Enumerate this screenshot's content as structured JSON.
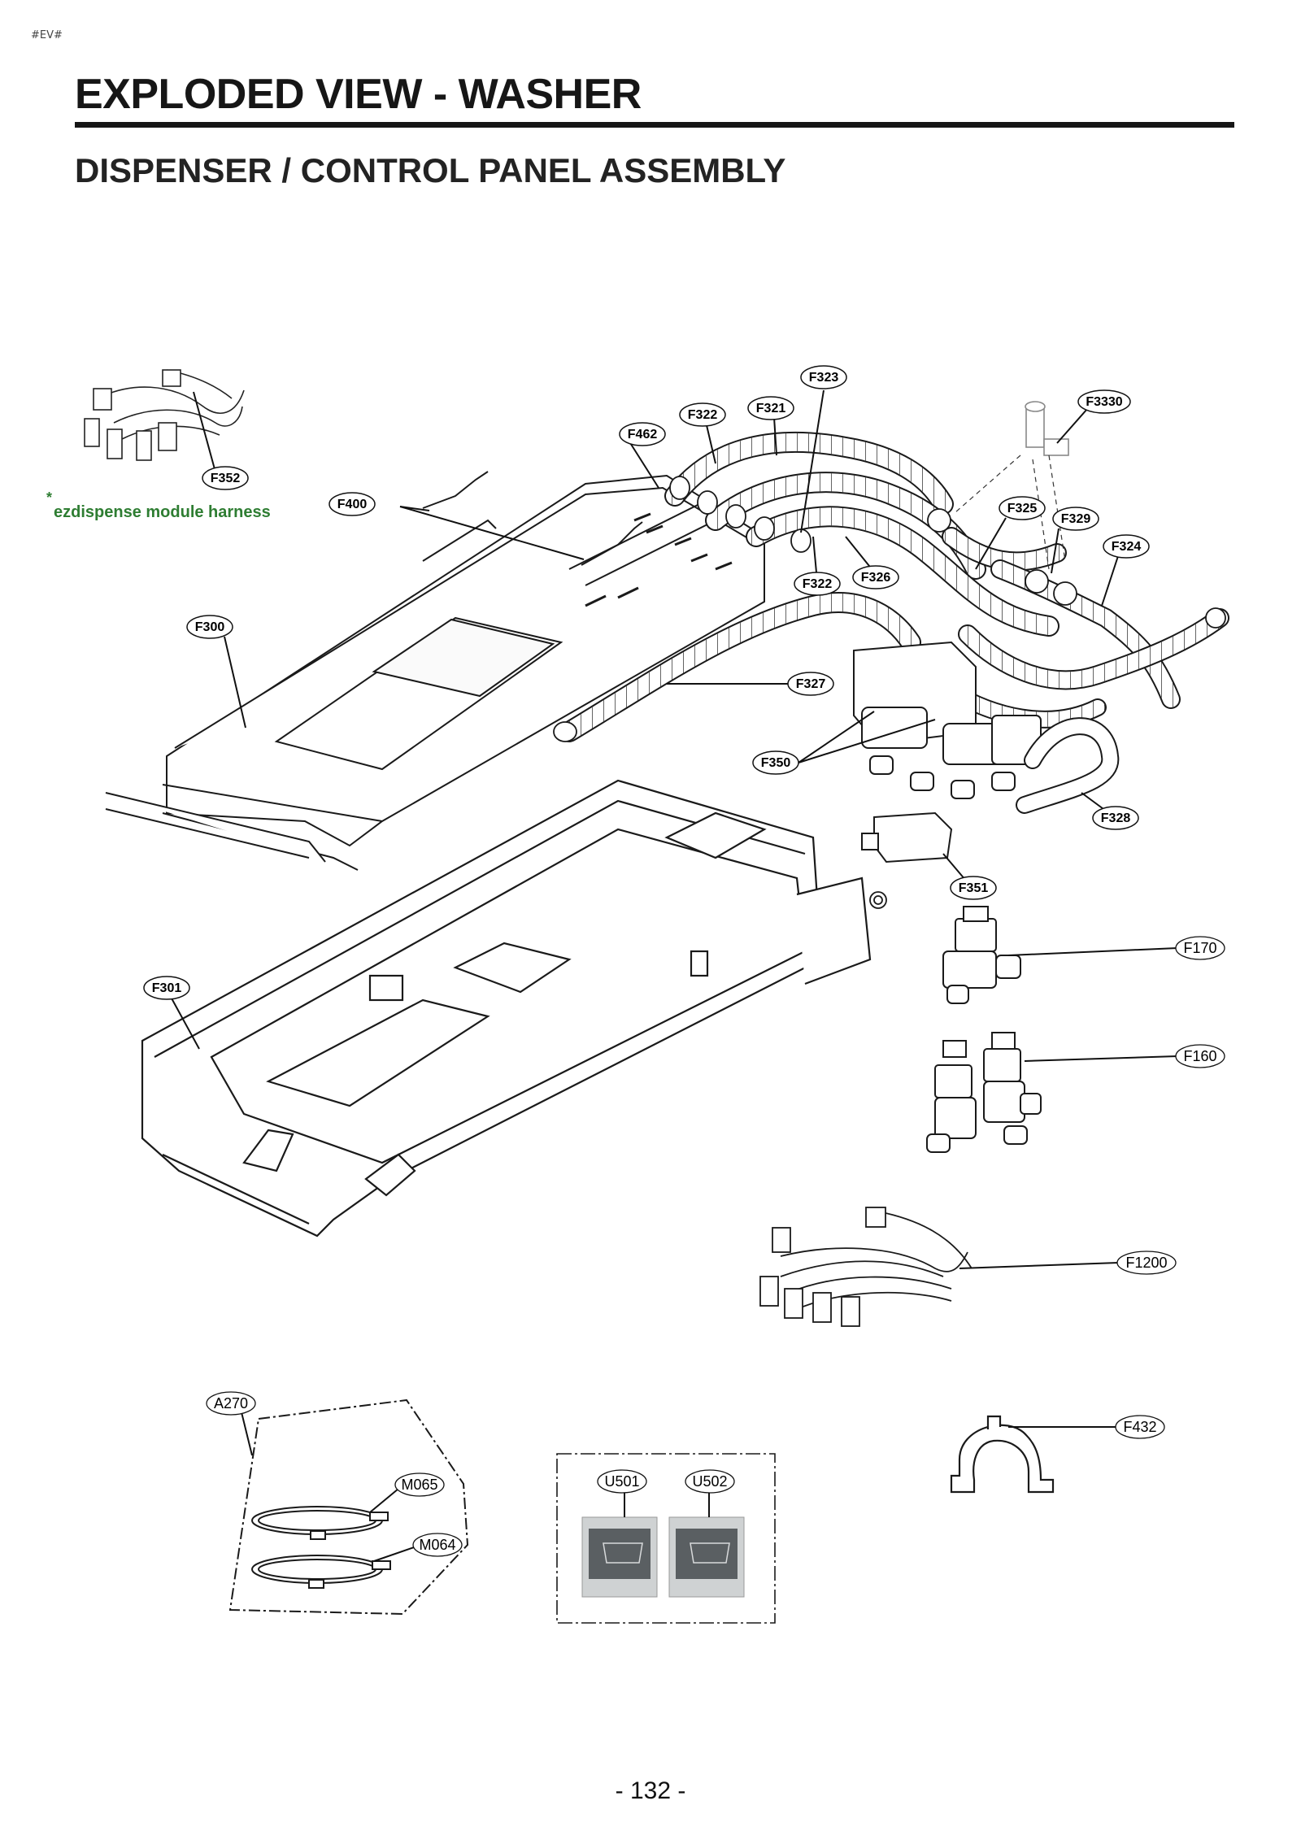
{
  "page_tag": "#EV#",
  "title": "EXPLODED VIEW - WASHER",
  "subtitle": "DISPENSER / CONTROL PANEL ASSEMBLY",
  "note": {
    "star": "*",
    "text": "ezdispense module harness",
    "color": "#2e7d32"
  },
  "callouts": {
    "F323": "F323",
    "F3330": "F3330",
    "F322_top": "F322",
    "F321": "F321",
    "F462": "F462",
    "F352": "F352",
    "F400": "F400",
    "F325": "F325",
    "F329": "F329",
    "F324": "F324",
    "F322_mid": "F322",
    "F326": "F326",
    "F300": "F300",
    "F327": "F327",
    "F350": "F350",
    "F328": "F328",
    "F351": "F351",
    "F170": "F170",
    "F301": "F301",
    "F160": "F160",
    "F1200": "F1200",
    "A270": "A270",
    "M065": "M065",
    "M064": "M064",
    "U501": "U501",
    "U502": "U502",
    "F432": "F432"
  },
  "page_number": "- 132 -"
}
